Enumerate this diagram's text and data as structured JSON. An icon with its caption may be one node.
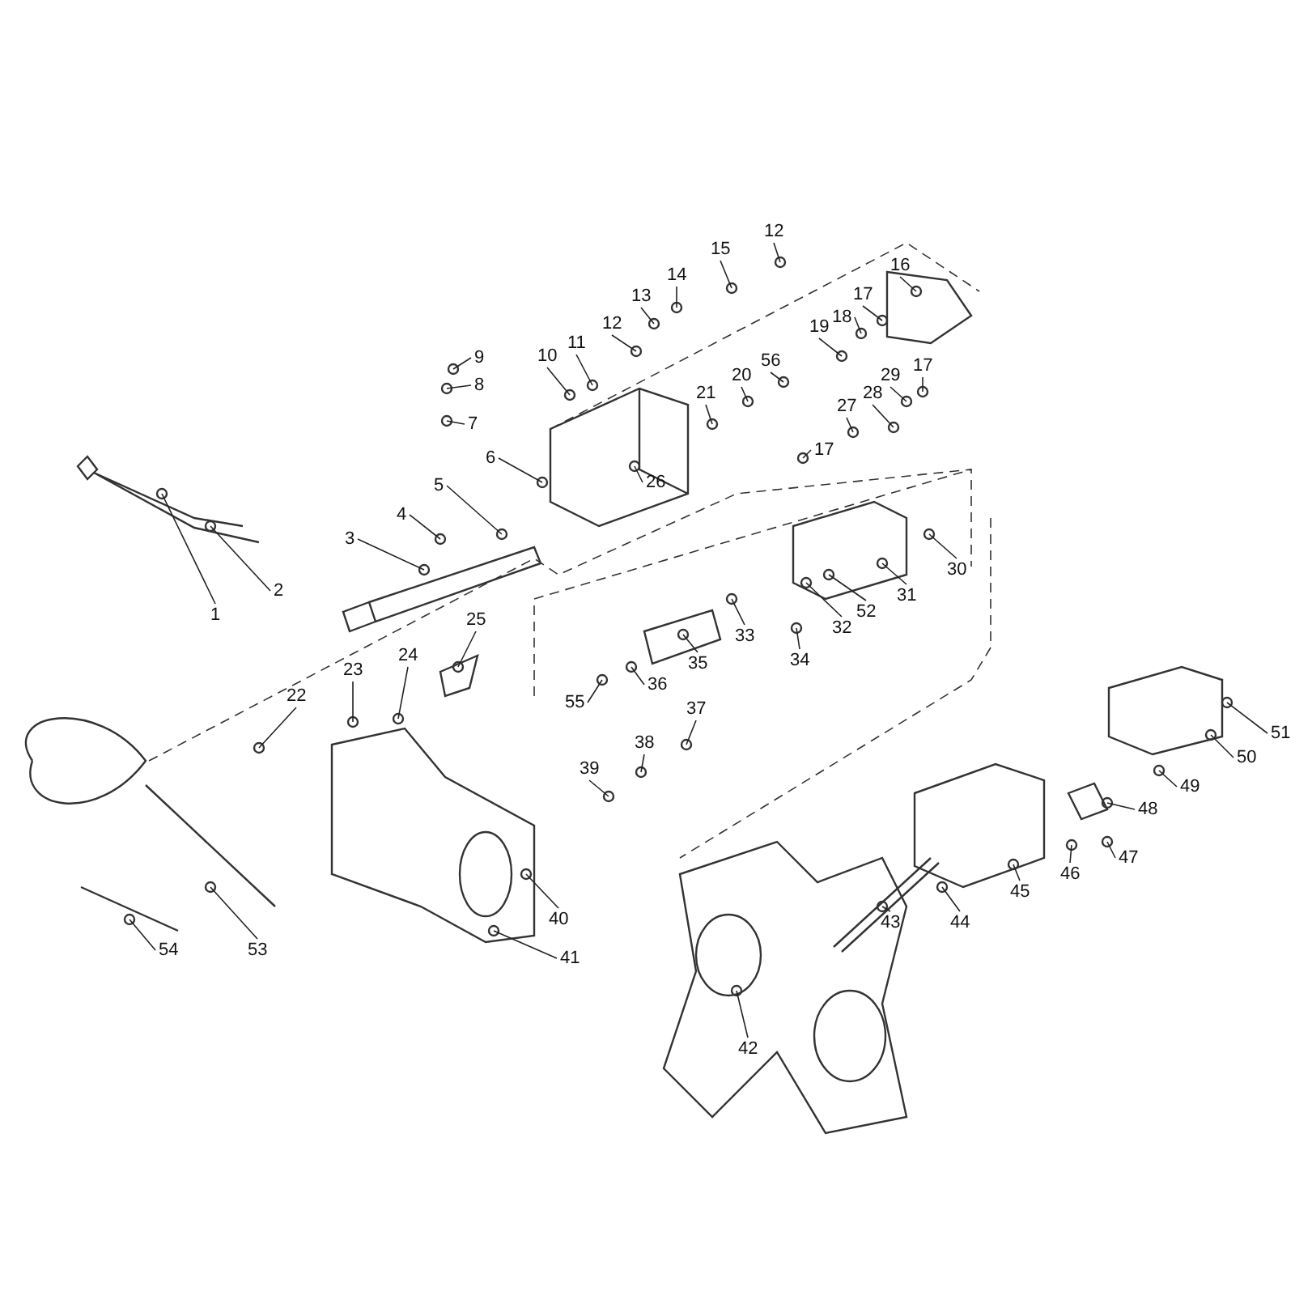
{
  "diagram": {
    "nodes": [
      {
        "text": [
          "12"
        ]
      },
      {
        "text": [
          "15"
        ]
      },
      {
        "text": [
          "16"
        ]
      },
      {
        "text": [
          "14"
        ]
      },
      {
        "text": [
          "17"
        ]
      },
      {
        "text": [
          "13"
        ]
      },
      {
        "text": [
          "18"
        ]
      },
      {
        "text": [
          "12"
        ]
      },
      {
        "text": [
          "19"
        ]
      },
      {
        "text": [
          "11"
        ]
      },
      {
        "text": [
          "10"
        ]
      },
      {
        "text": [
          "9"
        ]
      },
      {
        "text": [
          "56"
        ]
      },
      {
        "text": [
          "17"
        ]
      },
      {
        "text": [
          "20"
        ]
      },
      {
        "text": [
          "29"
        ]
      },
      {
        "text": [
          "8"
        ]
      },
      {
        "text": [
          "21"
        ]
      },
      {
        "text": [
          "28"
        ]
      },
      {
        "text": [
          "27"
        ]
      },
      {
        "text": [
          "7"
        ]
      },
      {
        "text": [
          "17"
        ]
      },
      {
        "text": [
          "6"
        ]
      },
      {
        "text": [
          "26"
        ]
      },
      {
        "text": [
          "5"
        ]
      },
      {
        "text": [
          "4"
        ]
      },
      {
        "text": [
          "3"
        ]
      },
      {
        "text": [
          "30"
        ]
      },
      {
        "text": [
          "31"
        ]
      },
      {
        "text": [
          "2"
        ]
      },
      {
        "text": [
          "52"
        ]
      },
      {
        "text": [
          "1"
        ]
      },
      {
        "text": [
          "25"
        ]
      },
      {
        "text": [
          "32"
        ]
      },
      {
        "text": [
          "33"
        ]
      },
      {
        "text": [
          "34"
        ]
      },
      {
        "text": [
          "24"
        ]
      },
      {
        "text": [
          "35"
        ]
      },
      {
        "text": [
          "23"
        ]
      },
      {
        "text": [
          "36"
        ]
      },
      {
        "text": [
          "22"
        ]
      },
      {
        "text": [
          "55"
        ]
      },
      {
        "text": [
          "37"
        ]
      },
      {
        "text": [
          "51"
        ]
      },
      {
        "text": [
          "38"
        ]
      },
      {
        "text": [
          "50"
        ]
      },
      {
        "text": [
          "39"
        ]
      },
      {
        "text": [
          "49"
        ]
      },
      {
        "text": [
          "48"
        ]
      },
      {
        "text": [
          "47"
        ]
      },
      {
        "text": [
          "46"
        ]
      },
      {
        "text": [
          "45"
        ]
      },
      {
        "text": [
          "44"
        ]
      },
      {
        "text": [
          "43"
        ]
      },
      {
        "text": [
          "40"
        ]
      },
      {
        "text": [
          "41"
        ]
      },
      {
        "text": [
          "53"
        ]
      },
      {
        "text": [
          "54"
        ]
      },
      {
        "text": [
          "42"
        ]
      }
    ],
    "edges": [
      {
        "from": 0,
        "to": null,
        "arrow": "none"
      },
      {
        "from": 1,
        "to": null,
        "arrow": "none"
      },
      {
        "from": 2,
        "to": null,
        "arrow": "none"
      },
      {
        "from": 3,
        "to": null,
        "arrow": "none"
      },
      {
        "from": 4,
        "to": null,
        "arrow": "none"
      },
      {
        "from": 5,
        "to": null,
        "arrow": "none"
      },
      {
        "from": 6,
        "to": null,
        "arrow": "none"
      },
      {
        "from": 7,
        "to": null,
        "arrow": "none"
      },
      {
        "from": 8,
        "to": null,
        "arrow": "none"
      },
      {
        "from": 9,
        "to": null,
        "arrow": "none"
      },
      {
        "from": 10,
        "to": null,
        "arrow": "none"
      },
      {
        "from": 11,
        "to": null,
        "arrow": "none"
      },
      {
        "from": 12,
        "to": null,
        "arrow": "none"
      },
      {
        "from": 13,
        "to": null,
        "arrow": "none"
      },
      {
        "from": 14,
        "to": null,
        "arrow": "none"
      },
      {
        "from": 15,
        "to": null,
        "arrow": "none"
      },
      {
        "from": 16,
        "to": null,
        "arrow": "none"
      },
      {
        "from": 17,
        "to": null,
        "arrow": "none"
      },
      {
        "from": 18,
        "to": null,
        "arrow": "none"
      },
      {
        "from": 19,
        "to": null,
        "arrow": "none"
      },
      {
        "from": 20,
        "to": null,
        "arrow": "none"
      },
      {
        "from": 21,
        "to": null,
        "arrow": "none"
      },
      {
        "from": 22,
        "to": null,
        "arrow": "none"
      },
      {
        "from": 23,
        "to": null,
        "arrow": "none"
      },
      {
        "from": 24,
        "to": null,
        "arrow": "none"
      },
      {
        "from": 25,
        "to": null,
        "arrow": "none"
      },
      {
        "from": 26,
        "to": null,
        "arrow": "none"
      },
      {
        "from": 27,
        "to": null,
        "arrow": "none"
      },
      {
        "from": 28,
        "to": null,
        "arrow": "none"
      },
      {
        "from": 29,
        "to": null,
        "arrow": "none"
      },
      {
        "from": 30,
        "to": null,
        "arrow": "none"
      },
      {
        "from": 31,
        "to": null,
        "arrow": "none"
      },
      {
        "from": 32,
        "to": null,
        "arrow": "none"
      },
      {
        "from": 33,
        "to": null,
        "arrow": "none"
      },
      {
        "from": 34,
        "to": null,
        "arrow": "none"
      },
      {
        "from": 35,
        "to": null,
        "arrow": "none"
      },
      {
        "from": 36,
        "to": null,
        "arrow": "none"
      },
      {
        "from": 37,
        "to": null,
        "arrow": "none"
      },
      {
        "from": 38,
        "to": null,
        "arrow": "none"
      },
      {
        "from": 39,
        "to": null,
        "arrow": "none"
      },
      {
        "from": 40,
        "to": null,
        "arrow": "none"
      },
      {
        "from": 41,
        "to": null,
        "arrow": "none"
      },
      {
        "from": 42,
        "to": null,
        "arrow": "none"
      },
      {
        "from": 43,
        "to": null,
        "arrow": "none"
      },
      {
        "from": 44,
        "to": null,
        "arrow": "none"
      },
      {
        "from": 45,
        "to": null,
        "arrow": "none"
      },
      {
        "from": 46,
        "to": null,
        "arrow": "none"
      },
      {
        "from": 47,
        "to": null,
        "arrow": "none"
      },
      {
        "from": 48,
        "to": null,
        "arrow": "none"
      },
      {
        "from": 49,
        "to": null,
        "arrow": "none"
      },
      {
        "from": 50,
        "to": null,
        "arrow": "none"
      },
      {
        "from": 51,
        "to": null,
        "arrow": "none"
      },
      {
        "from": 52,
        "to": null,
        "arrow": "none"
      },
      {
        "from": 53,
        "to": null,
        "arrow": "none"
      },
      {
        "from": 54,
        "to": null,
        "arrow": "none"
      },
      {
        "from": 55,
        "to": null,
        "arrow": "none"
      },
      {
        "from": 56,
        "to": null,
        "arrow": "none"
      },
      {
        "from": 57,
        "to": null,
        "arrow": "none"
      },
      {
        "from": 58,
        "to": null,
        "arrow": "none"
      }
    ]
  }
}
